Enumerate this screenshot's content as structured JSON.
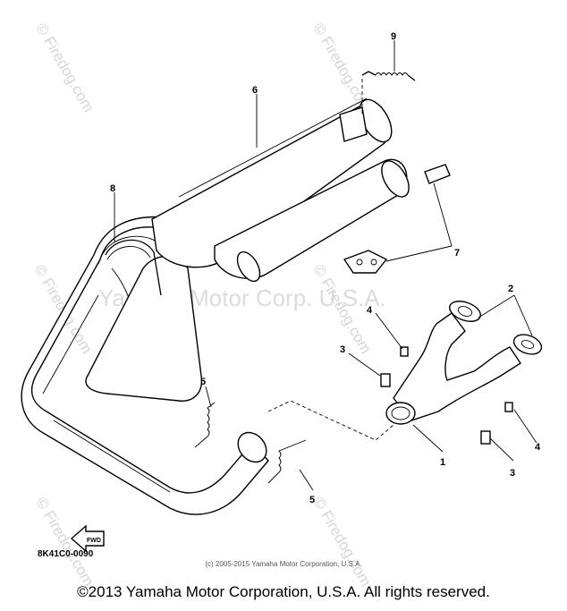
{
  "watermarks": {
    "site": "© Firedog.com",
    "center": "Yamaha Motor Corp. U.S.A."
  },
  "part_labels": {
    "p1": "1",
    "p2": "2",
    "p3a": "3",
    "p3b": "3",
    "p4a": "4",
    "p4b": "4",
    "p5a": "5",
    "p5b": "5",
    "p6": "6",
    "p7": "7",
    "p8": "8",
    "p9": "9"
  },
  "fwd_arrow_label": "FWD",
  "diagram_code": "8K41C0-0090",
  "copyright_small": "(c) 2005-2015 Yamaha Motor Corporation, U.S.A.",
  "copyright_main": "©2013 Yamaha Motor Corporation, U.S.A. All rights reserved."
}
